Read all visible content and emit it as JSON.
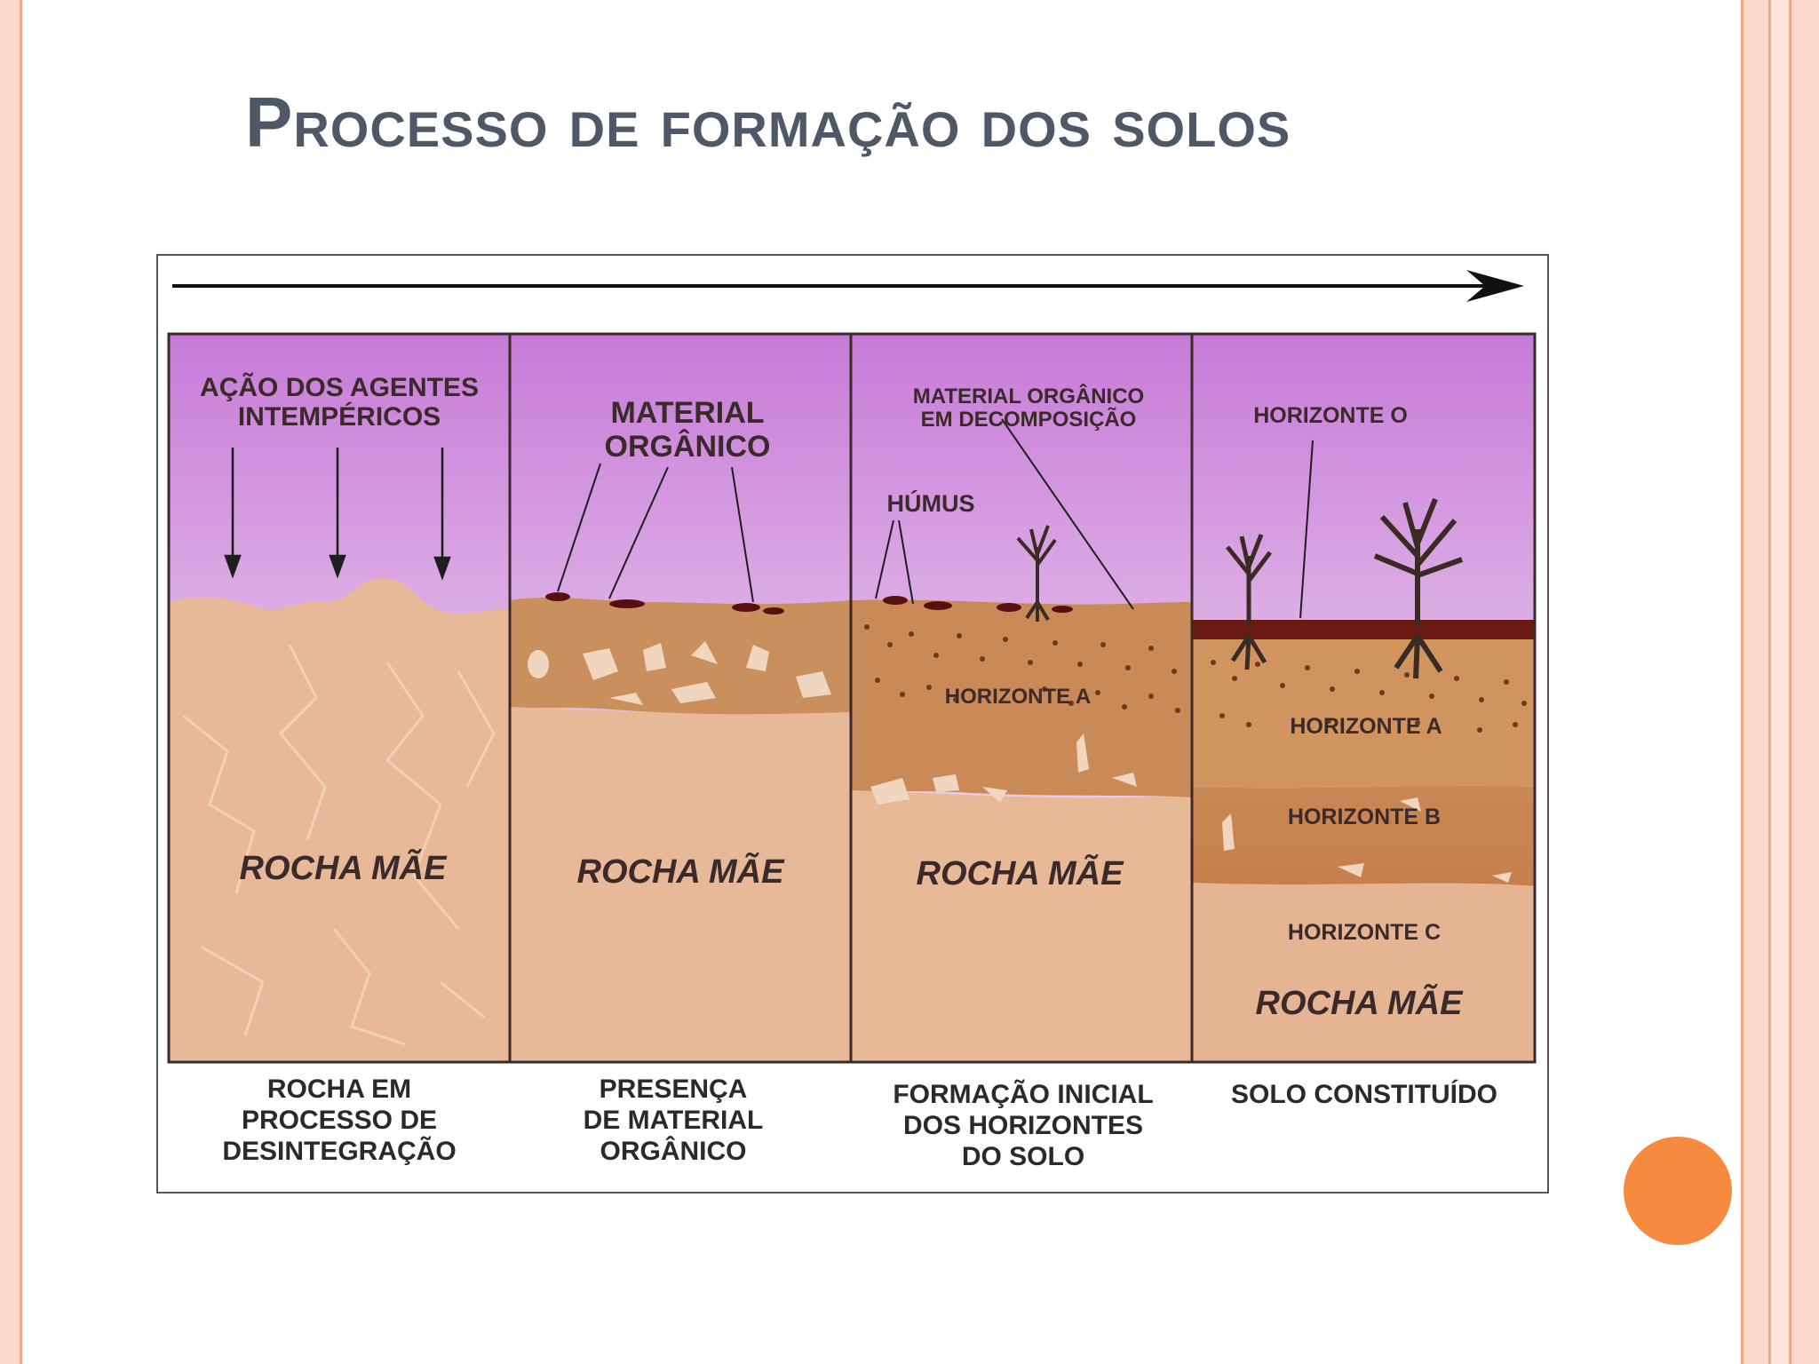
{
  "slide": {
    "title": "Processo de formação dos solos",
    "accent_color": "#f58a40",
    "title_color": "#4f5867"
  },
  "diagram": {
    "panels": [
      {
        "labels": [
          "AÇÃO DOS AGENTES",
          "INTEMPÉRICOS"
        ],
        "rock_label": "ROCHA MÃE",
        "caption": [
          "ROCHA EM",
          "PROCESSO DE",
          "DESINTEGRAÇÃO"
        ]
      },
      {
        "labels": [
          "MATERIAL",
          "ORGÂNICO"
        ],
        "rock_label": "ROCHA MÃE",
        "caption": [
          "PRESENÇA",
          "DE MATERIAL",
          "ORGÂNICO"
        ]
      },
      {
        "labels": [
          "MATERIAL ORGÂNICO",
          "EM DECOMPOSIÇÃO"
        ],
        "humus_label": "HÚMUS",
        "horizon_a_label": "HORIZONTE A",
        "rock_label": "ROCHA MÃE",
        "caption": [
          "FORMAÇÃO INICIAL",
          "DOS HORIZONTES",
          "DO SOLO"
        ]
      },
      {
        "horizon_o_label": "HORIZONTE O",
        "horizon_a_label": "HORIZONTE A",
        "horizon_b_label": "HORIZONTE B",
        "horizon_c_label": "HORIZONTE C",
        "rock_label": "ROCHA MÃE",
        "caption": [
          "SOLO CONSTITUÍDO"
        ]
      }
    ]
  }
}
